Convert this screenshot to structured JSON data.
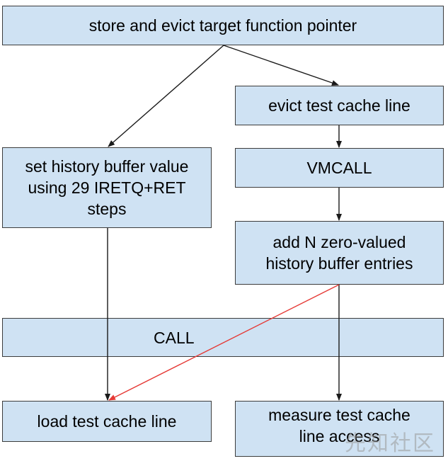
{
  "boxes": {
    "store": "store and evict target function pointer",
    "evict_test": "evict test cache line",
    "history": "set history buffer value using 29 IRETQ+RET steps",
    "vmcall": "VMCALL",
    "add_n": "add N zero-valued history buffer entries",
    "call": "CALL",
    "load": "load test cache line",
    "measure": "measure test cache line access"
  },
  "watermark": "先知社区",
  "colors": {
    "box_fill": "#cfe2f3",
    "box_border": "#3c3c3c",
    "arrow": "#1a1a1a",
    "speculative_arrow": "#e53935"
  }
}
